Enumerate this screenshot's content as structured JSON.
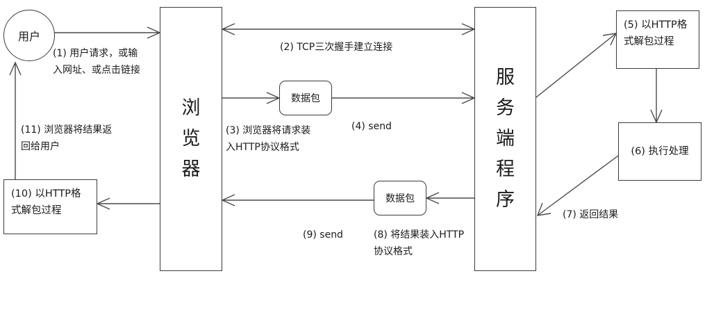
{
  "nodes": {
    "user": "用户",
    "browser": [
      "浏",
      "览",
      "器"
    ],
    "server": [
      "服",
      "务",
      "端",
      "程",
      "序"
    ],
    "parse_request": [
      "(5) 以HTTP格",
      "式解包过程"
    ],
    "process": "(6) 执行处理",
    "parse_response": [
      "(10) 以HTTP格",
      "式解包过程"
    ],
    "packet_request": "数据包",
    "packet_response": "数据包"
  },
  "labels": {
    "step1": [
      "(1) 用户请求，或输",
      "入网址、或点击链接"
    ],
    "step2": "(2) TCP三次握手建立连接",
    "step3": [
      "(3) 浏览器将请求装",
      "入HTTP协议格式"
    ],
    "step4": "(4) send",
    "step7": "(7) 返回结果",
    "step8": [
      "(8) 将结果装入HTTP",
      "协议格式"
    ],
    "step9": "(9) send",
    "step11": [
      "(11) 浏览器将结果返",
      "回给用户"
    ]
  }
}
